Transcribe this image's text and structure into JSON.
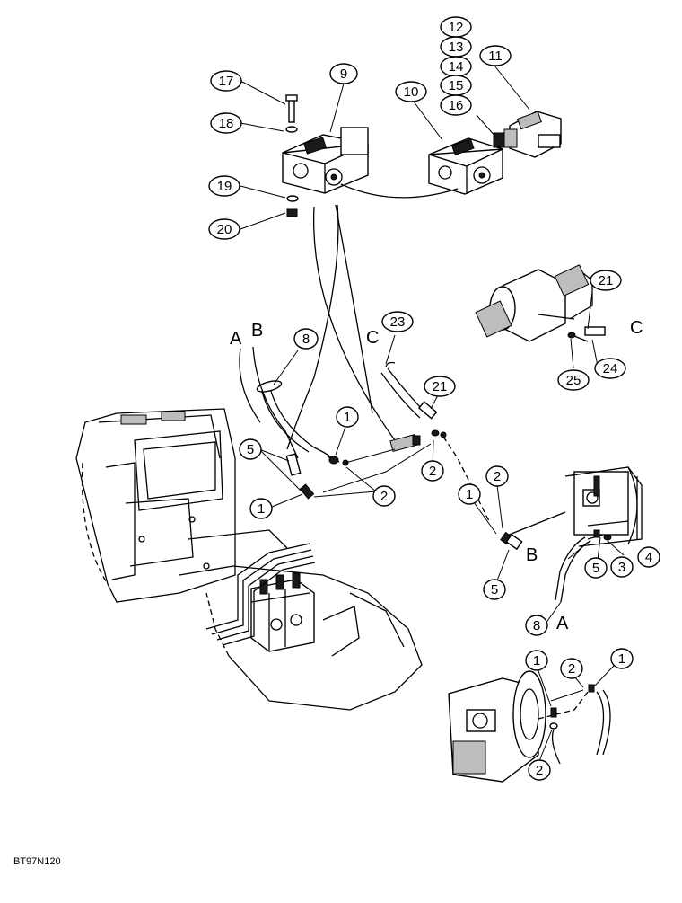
{
  "diagram": {
    "figure_id": "BT97N120",
    "callouts": {
      "c1a": "1",
      "c1b": "1",
      "c1c": "1",
      "c1d": "1",
      "c1e": "1",
      "c2a": "2",
      "c2b": "2",
      "c2c": "2",
      "c2d": "2",
      "c2e": "2",
      "c3": "3",
      "c4": "4",
      "c5a": "5",
      "c5b": "5",
      "c5c": "5",
      "c8a": "8",
      "c8b": "8",
      "c9": "9",
      "c10": "10",
      "c11": "11",
      "c12": "12",
      "c13": "13",
      "c14": "14",
      "c15": "15",
      "c16": "16",
      "c17": "17",
      "c18": "18",
      "c19": "19",
      "c20": "20",
      "c21a": "21",
      "c21b": "21",
      "c23": "23",
      "c24": "24",
      "c25": "25"
    },
    "letters": {
      "A1": "A",
      "B1": "B",
      "C1": "C",
      "A2": "A",
      "B2": "B",
      "C2": "C"
    }
  }
}
